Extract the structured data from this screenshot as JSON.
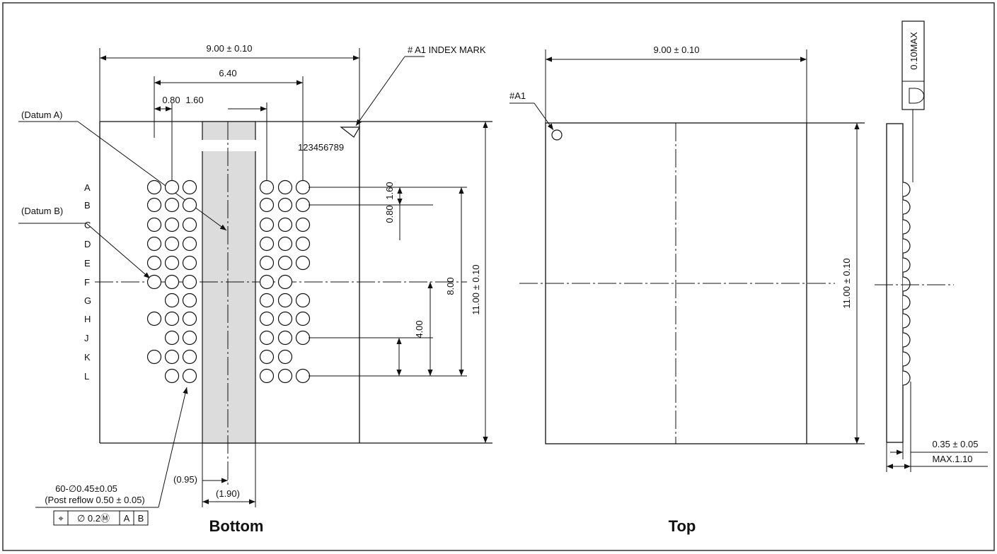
{
  "bottom_view": {
    "title": "Bottom",
    "dim_width": "9.00 ± 0.10",
    "dim_rows_span": "6.40",
    "dim_pitch": "0.80",
    "dim_gap": "1.60",
    "index_mark_label": "# A1 INDEX MARK",
    "column_numbers": "123456789",
    "datum_a": "(Datum A)",
    "datum_b": "(Datum B)",
    "row_letters": [
      "A",
      "B",
      "C",
      "D",
      "E",
      "F",
      "G",
      "H",
      "J",
      "K",
      "L"
    ],
    "dim_ball_pitch": "0.80",
    "dim_ball_gap": "1.60",
    "dim_half_height": "4.00",
    "dim_rows_height": "8.00",
    "dim_height": "11.00 ± 0.10",
    "dim_half_gap": "(0.95)",
    "dim_full_gap": "(1.90)",
    "ball_spec_1": "60-∅0.45±0.05",
    "ball_spec_2": "(Post reflow 0.50 ± 0.05)",
    "tolerance_frame": [
      "⌖",
      "∅ 0.2Ⓜ",
      "A",
      "B"
    ]
  },
  "top_view": {
    "title": "Top",
    "dim_width": "9.00 ± 0.10",
    "pin1_label": "#A1",
    "dim_height": "11.00 ± 0.10"
  },
  "side_view": {
    "dim_coplanarity": "0.10MAX",
    "dim_standoff": "0.35 ± 0.05",
    "dim_max_height": "MAX.1.10"
  }
}
